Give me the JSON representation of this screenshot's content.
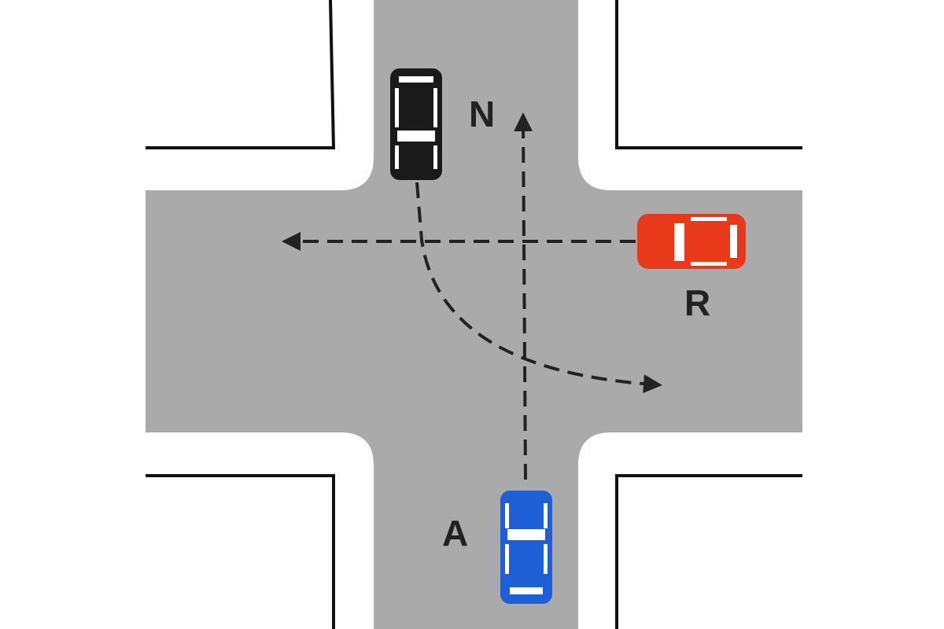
{
  "scene": {
    "colors": {
      "road": "#aaaaaa",
      "curb": "#111111",
      "background": "#ffffff",
      "path": "#222222"
    }
  },
  "vehicles": [
    {
      "id": "N",
      "label": "N",
      "color": "#1a1a1a",
      "heading": "south",
      "maneuver": "left turn"
    },
    {
      "id": "R",
      "label": "R",
      "color": "#e83a1a",
      "heading": "west",
      "maneuver": "straight"
    },
    {
      "id": "A",
      "label": "A",
      "color": "#1f5fd6",
      "heading": "north",
      "maneuver": "straight"
    }
  ]
}
